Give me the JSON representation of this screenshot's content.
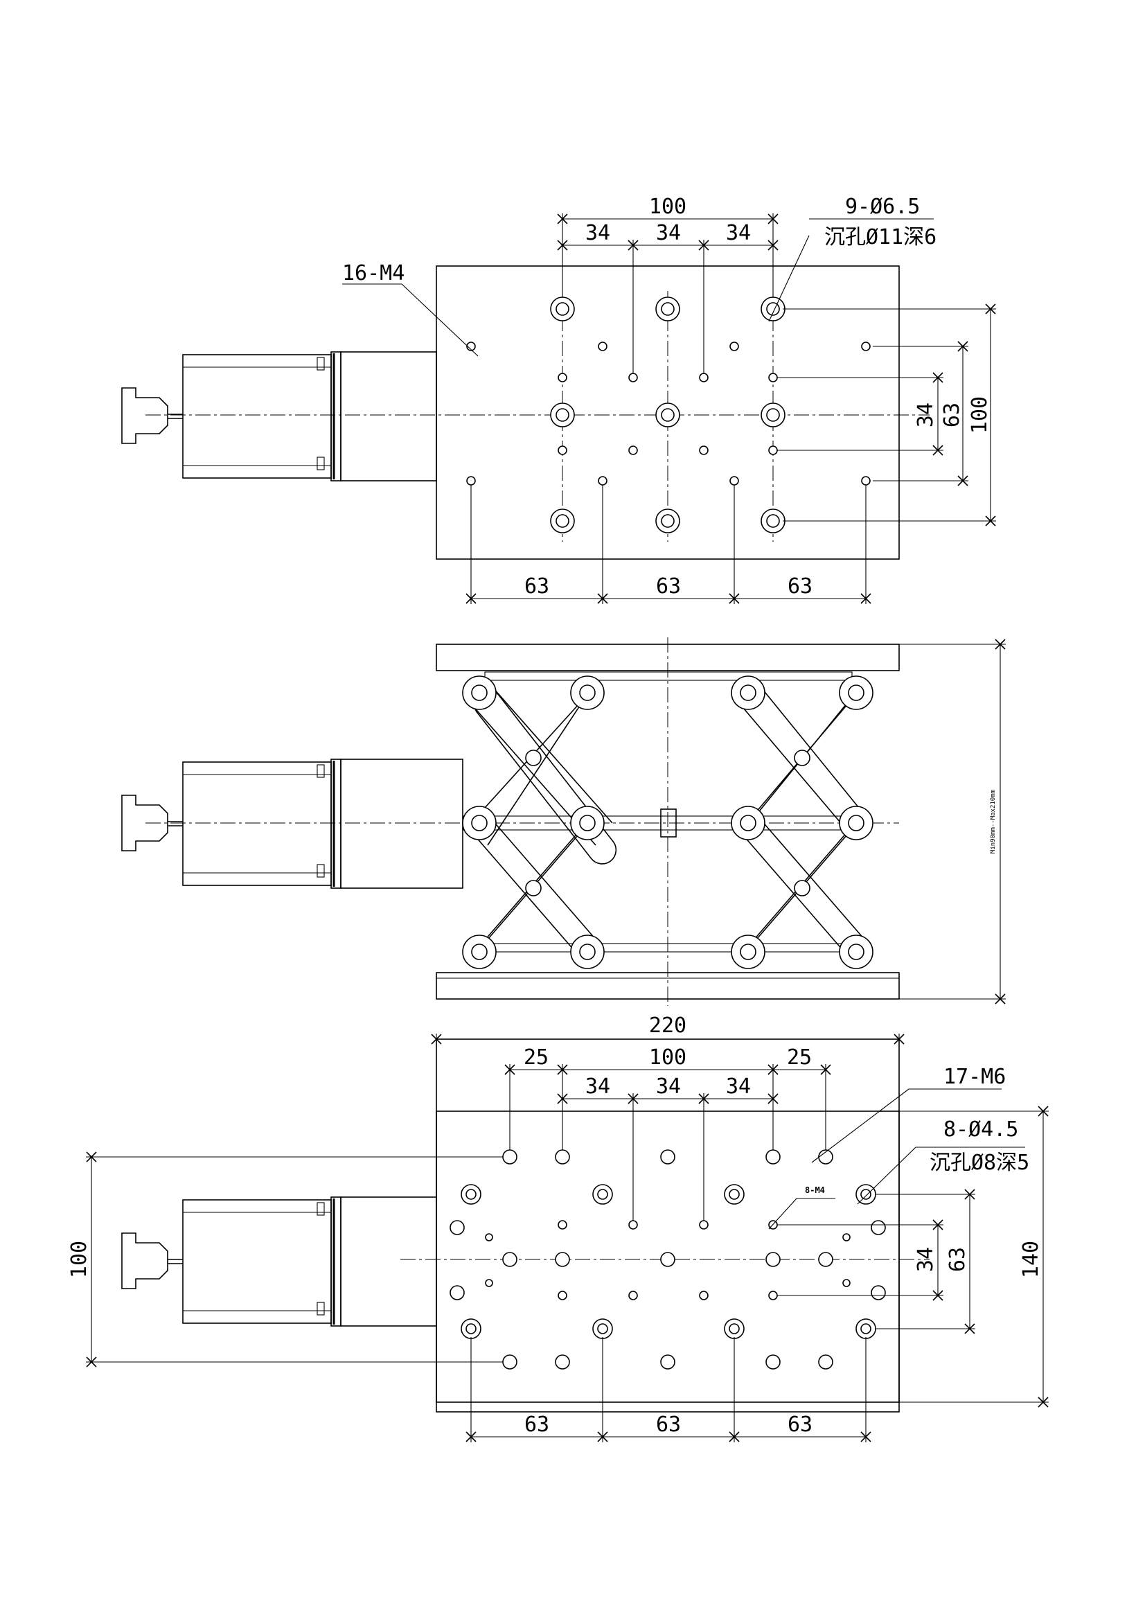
{
  "top_view": {
    "dim_overall_width": "100",
    "dim_pitch": [
      "34",
      "34",
      "34"
    ],
    "label_thread": "16-M4",
    "label_counterbore_count": "9-Ø6.5",
    "label_counterbore_spec": "沉孔Ø11深6",
    "dim_right": [
      "34",
      "63",
      "100"
    ],
    "dim_bottom": [
      "63",
      "63",
      "63"
    ]
  },
  "side_view": {
    "label_stroke": "Min90mm--Max210mm"
  },
  "bottom_view": {
    "dim_overall": "220",
    "dim_outer_pitch": [
      "25",
      "100",
      "25"
    ],
    "dim_pitch": [
      "34",
      "34",
      "34"
    ],
    "label_thread_m6": "17-M6",
    "label_counterbore_count": "8-Ø4.5",
    "label_counterbore_spec": "沉孔Ø8深5",
    "label_thread_m4": "8-M4",
    "dim_right": [
      "34",
      "63",
      "140"
    ],
    "dim_left": "100",
    "dim_bottom": [
      "63",
      "63",
      "63"
    ]
  }
}
